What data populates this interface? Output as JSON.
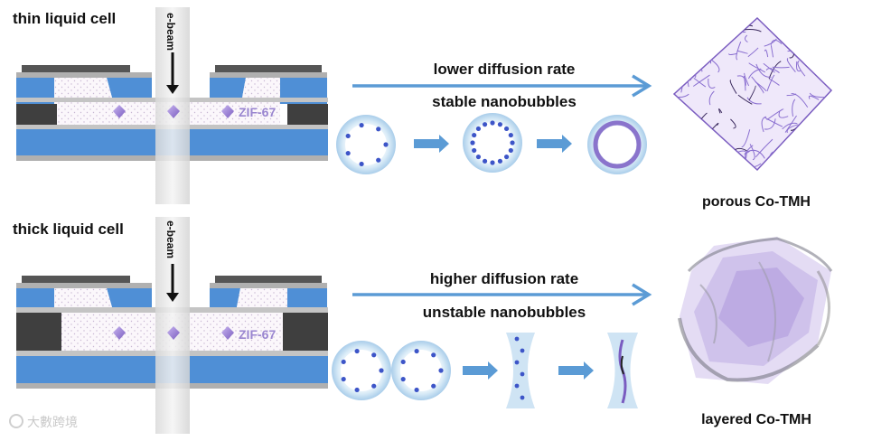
{
  "top": {
    "title": "thin liquid cell",
    "ebeam": "e-beam",
    "zif": "ZIF-67",
    "arrow_label_1": "lower diffusion rate",
    "arrow_label_2": "stable nanobubbles",
    "product": "porous Co-TMH"
  },
  "bottom": {
    "title": "thick liquid cell",
    "ebeam": "e-beam",
    "zif": "ZIF-67",
    "arrow_label_1": "higher diffusion rate",
    "arrow_label_2": "unstable nanobubbles",
    "product": "layered Co-TMH"
  },
  "watermark": "大數跨境",
  "colors": {
    "membrane_blue": "#4f8fd6",
    "dark_layer": "#4a4a4a",
    "gray_layer": "#b4b4b4",
    "arrow_blue": "#5b9bd5",
    "bubble_blue": "#b9d8ee",
    "crystal_purple": "#9a7fd4"
  }
}
